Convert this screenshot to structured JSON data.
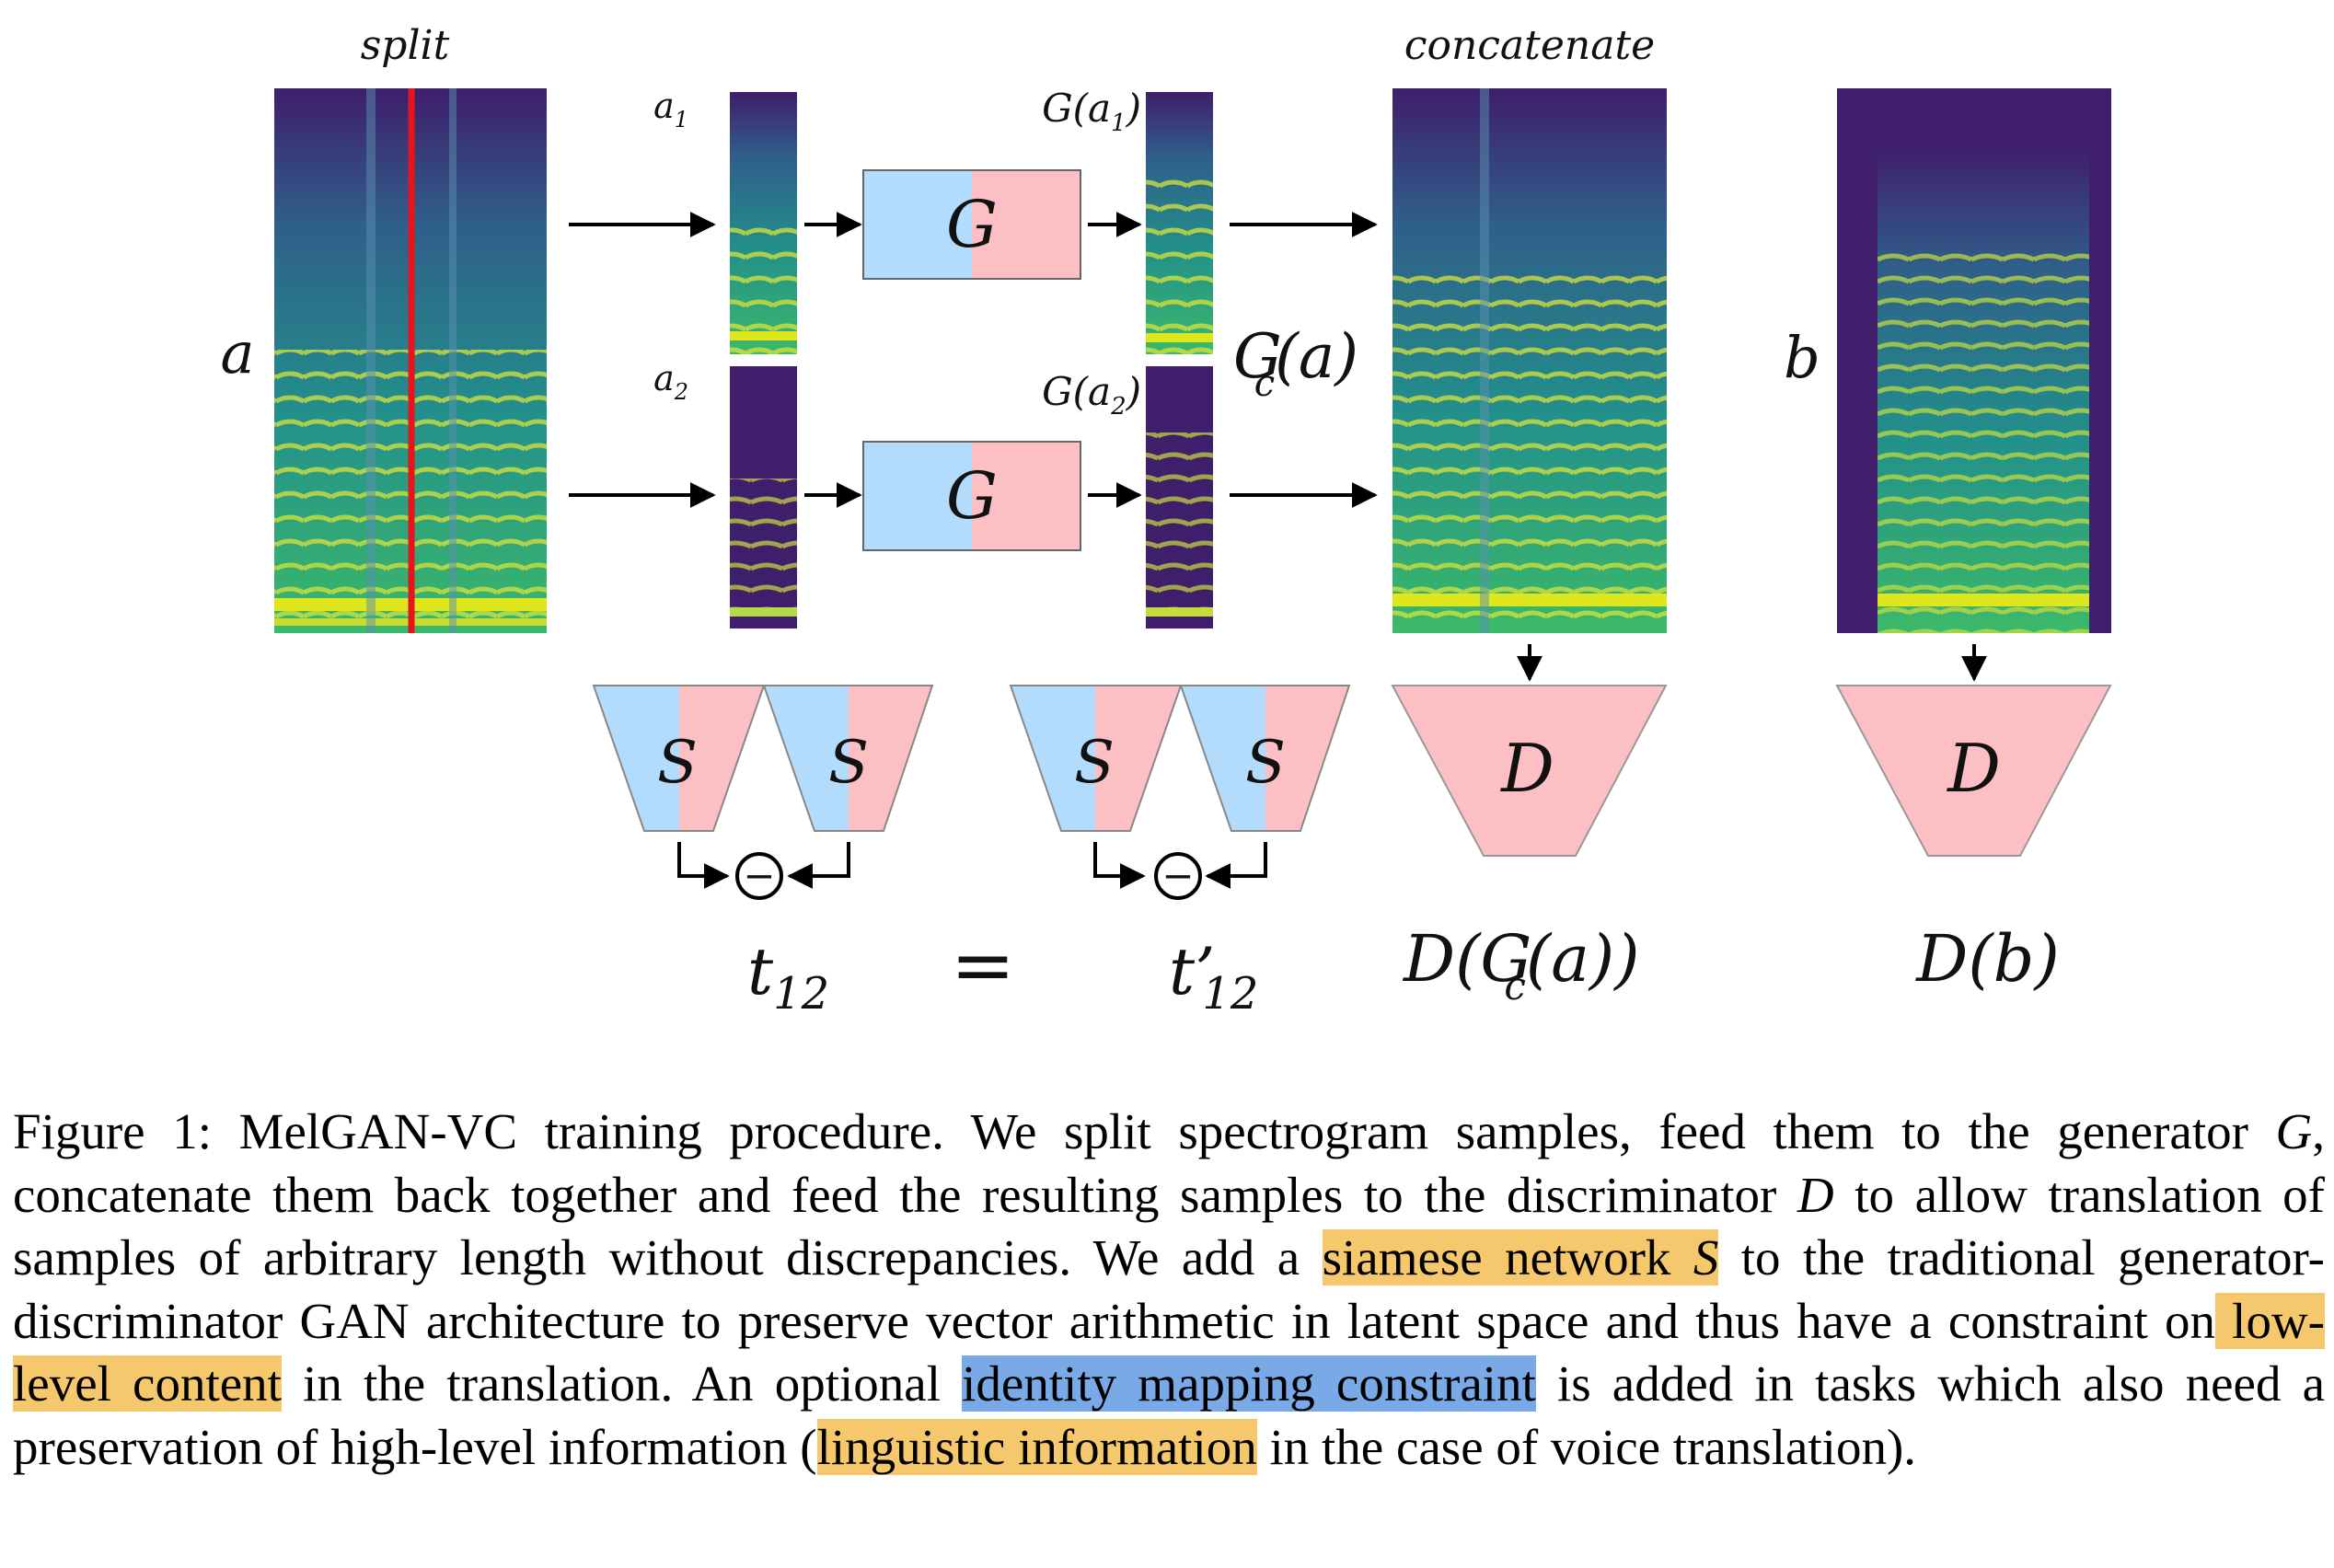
{
  "figure": {
    "split_label": "split",
    "concatenate_label": "concatenate",
    "input_a_label": "a",
    "input_b_label": "b",
    "a1_label": "a",
    "a1_sub": "1",
    "a2_label": "a",
    "a2_sub": "2",
    "ga1_label": "G(a",
    "ga1_sub": "1",
    "ga1_close": ")",
    "ga2_label": "G(a",
    "ga2_sub": "2",
    "ga2_close": ")",
    "gc_label_g": "G",
    "gc_label_sub": "c",
    "gc_label_rest": "(a)",
    "generator_label": "G",
    "siamese_label": "S",
    "discriminator_label": "D",
    "minus_symbol": "−",
    "t12_label": "t",
    "t12_sub": "12",
    "equals_symbol": "=",
    "t12p_label": "t’",
    "t12p_sub": "12",
    "dgc_open": "D(G",
    "dgc_sub": "c",
    "dgc_close": "(a))",
    "db_label": "D(b)",
    "colors": {
      "generator_left": "#b3dcfc",
      "generator_right": "#fcbfc4",
      "discriminator": "#fcbfc4",
      "split_line": "#e8141c",
      "spectrogram_bg": "#3f1e6b",
      "spectrogram_mid": "#26838e",
      "spectrogram_high": "#e6e219",
      "highlight_orange": "#f5c86e",
      "highlight_blue": "#79a9e6"
    }
  },
  "caption": {
    "prefix": "Figure 1: MelGAN-VC training procedure. We split spectrogram samples, feed them to the generator ",
    "g": "G",
    "part2": ", concatenate them back together and feed the resulting samples to the discriminator ",
    "d": "D",
    "part3": " to allow translation of samples of arbitrary length without discrepancies. We add a ",
    "hl1_text": "siamese network ",
    "hl1_s": "S",
    "part4": " to the traditional generator-discriminator GAN architecture to preserve vector arithmetic in latent space and thus have a constraint on",
    "hl2": " low-level content",
    "part5": " in the translation. An optional ",
    "hl3": "identity mapping constraint",
    "part6": " is added in tasks which also need a preservation of high-level information (",
    "hl4": "linguistic information",
    "part7": " in the case of voice translation)."
  }
}
